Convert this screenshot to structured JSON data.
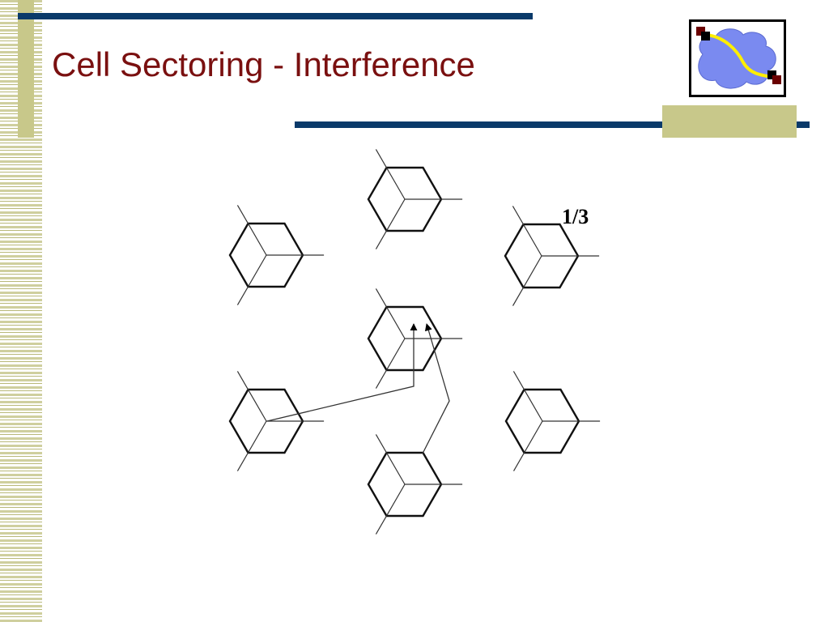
{
  "slide": {
    "title": "Cell Sectoring - Interference"
  },
  "diagram": {
    "sector_label": "1/3",
    "cells": [
      {
        "id": "top"
      },
      {
        "id": "upper-left"
      },
      {
        "id": "upper-right"
      },
      {
        "id": "center"
      },
      {
        "id": "lower-left"
      },
      {
        "id": "lower-right"
      },
      {
        "id": "bottom"
      }
    ]
  },
  "colors": {
    "title": "#7a1010",
    "bar": "#0a3a6a",
    "accent": "#c8c88a",
    "logo_cloud": "#7a8af0",
    "logo_path": "#ffee00",
    "logo_node_dark": "#6a0000",
    "logo_node_black": "#000000"
  },
  "icons": {
    "logo": "network-cloud-icon"
  }
}
